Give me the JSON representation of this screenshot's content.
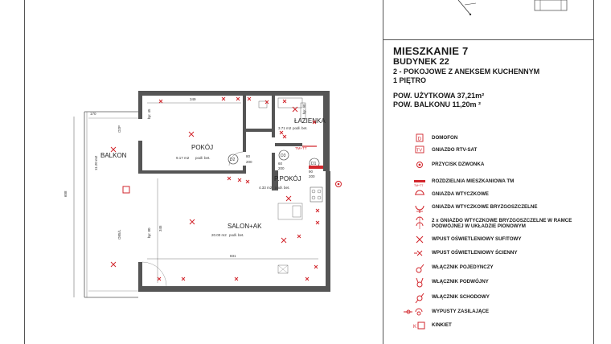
{
  "title_block": {
    "apartment": "MIESZKANIE 7",
    "building": "BUDYNEK 22",
    "type": "2 - POKOJOWE Z ANEKSEM KUCHENNYM",
    "floor": "1 PIĘTRO",
    "usable_area": "POW. UŻYTKOWA 37,21m²",
    "balcony_area": "POW. BALKONU 11,20m ²"
  },
  "rooms": {
    "balkon": "BALKON",
    "pokoj": "POKÓJ",
    "pokoj_area": "9.17 m2",
    "pokoj_floor": "podł. bet.",
    "lazienka": "ŁAZIENKA",
    "lazienka_area": "3.71 m2",
    "lazienka_floor": "podł. bet.",
    "przedpokoj": "P.POKÓJ",
    "przedpokoj_area": "4.33 m2",
    "przedpokoj_floor": "podł. bet.",
    "salon": "SALON+AK",
    "salon_area": "20.00 m2",
    "salon_floor": "podł. bet."
  },
  "doors": {
    "d1": "D1",
    "d2": "D2",
    "d3": "D3"
  },
  "dimensions": {
    "dim_349": "349",
    "dim_170": "170",
    "dim_831": "831",
    "dim_345": "345",
    "dim_80_200": "80\n200",
    "balkon_h": "11.20 m2",
    "balkon_total": "608",
    "okno1": "O2P",
    "okno2": "O85/L",
    "hp1": "hp: 45",
    "hp2": "hp: 80",
    "hp3": "hp: 90",
    "tm": "TM+TT"
  },
  "legend": [
    {
      "icon": "domofon-icon",
      "symbol": "D",
      "label": "DOMOFON"
    },
    {
      "icon": "rtv-sat-icon",
      "symbol": "TV",
      "label": "GNIAZDO RTV-SAT"
    },
    {
      "icon": "doorbell-button-icon",
      "symbol": "",
      "label": "PRZYCISK DZWONKA"
    },
    {
      "icon": "distribution-board-icon",
      "symbol": "",
      "label": "ROZDZIELNIA MIESZKANIOWA TM"
    },
    {
      "icon": "socket-icon",
      "symbol": "",
      "label": "GNIAZDA WTYCZKOWE"
    },
    {
      "icon": "splashproof-socket-icon",
      "symbol": "",
      "label": "GNIAZDA WTYCZKOWE BRYZGOSZCZELNE"
    },
    {
      "icon": "double-splashproof-socket-icon",
      "symbol": "",
      "label": "2 x GNIAZDO WTYCZKOWE BRYZGOSZCZELNE W RAMCE PODWÓJNEJ W UKŁADZIE PIONOWYM"
    },
    {
      "icon": "ceiling-light-icon",
      "symbol": "",
      "label": "WPUST OŚWIETLENIOWY SUFITOWY"
    },
    {
      "icon": "wall-light-icon",
      "symbol": "",
      "label": "WPUST OŚWIETLENIOWY ŚCIENNY"
    },
    {
      "icon": "single-switch-icon",
      "symbol": "",
      "label": "WŁĄCZNIK POJEDYNCZY"
    },
    {
      "icon": "double-switch-icon",
      "symbol": "",
      "label": "WŁĄCZNIK PODWÓJNY"
    },
    {
      "icon": "stair-switch-icon",
      "symbol": "",
      "label": "WŁĄCZNIK SCHODOWY"
    },
    {
      "icon": "power-outlet-feed-icon",
      "symbol": "",
      "label": "WYPUSTY ZASILAJĄCE"
    },
    {
      "icon": "kinkiet-icon",
      "symbol": "K",
      "label": "KINKIET"
    }
  ],
  "colors": {
    "symbol_red": "#d2262c",
    "wall_gray": "#555555",
    "text": "#1a1a1a"
  }
}
